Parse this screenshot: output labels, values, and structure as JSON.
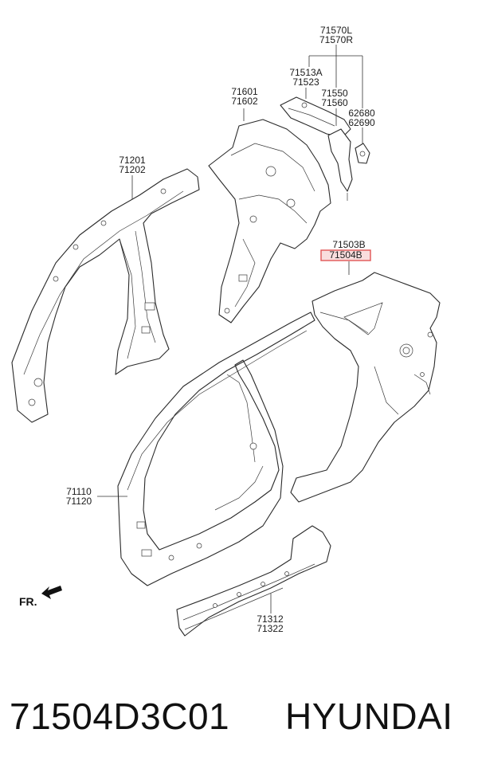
{
  "labels": {
    "l71570": [
      "71570L",
      "71570R"
    ],
    "l71513": [
      "71513A",
      "71523"
    ],
    "l71550": [
      "71550",
      "71560"
    ],
    "l62680": [
      "62680",
      "62690"
    ],
    "l71601": [
      "71601",
      "71602"
    ],
    "l71201": [
      "71201",
      "71202"
    ],
    "l71503": [
      "71503B",
      "71504B"
    ],
    "l71110": [
      "71110",
      "71120"
    ],
    "l71312": [
      "71312",
      "71322"
    ]
  },
  "front_marker": "FR.",
  "highlight_color": "#e05555",
  "caption": {
    "part_number": "71504D3C01",
    "brand": "HYUNDAI"
  }
}
